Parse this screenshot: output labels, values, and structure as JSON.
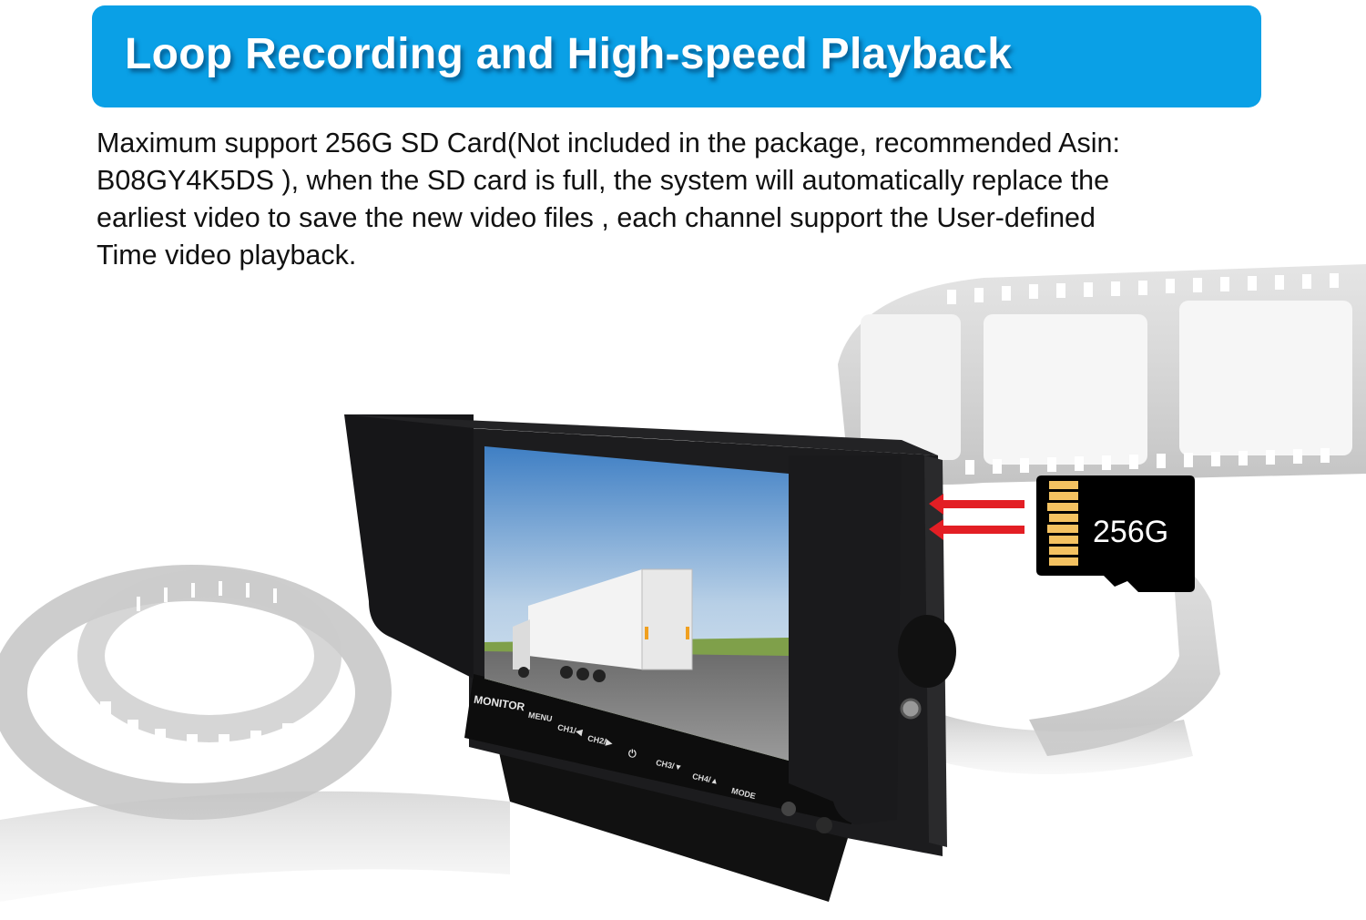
{
  "banner": {
    "title": "Loop Recording and High-speed Playback",
    "color": "#0aa0e6"
  },
  "description": {
    "lines": [
      "Maximum support 256G SD Card(Not included in the package, recommended Asin:",
      "B08GY4K5DS ), when the SD card is full, the system will automatically replace the",
      "earliest video to save the new video files , each channel support the User-defined",
      "Time video playback."
    ]
  },
  "sd_card": {
    "capacity_label": "256G",
    "contact_color": "#f4c261"
  },
  "monitor": {
    "brand_label": "MONITOR",
    "buttons": [
      "MENU",
      "CH1/◀",
      "CH2/▶",
      "⏻",
      "CH3/▼",
      "CH4/▲",
      "MODE"
    ]
  },
  "arrows": {
    "color": "#e31e24",
    "count": 2
  }
}
